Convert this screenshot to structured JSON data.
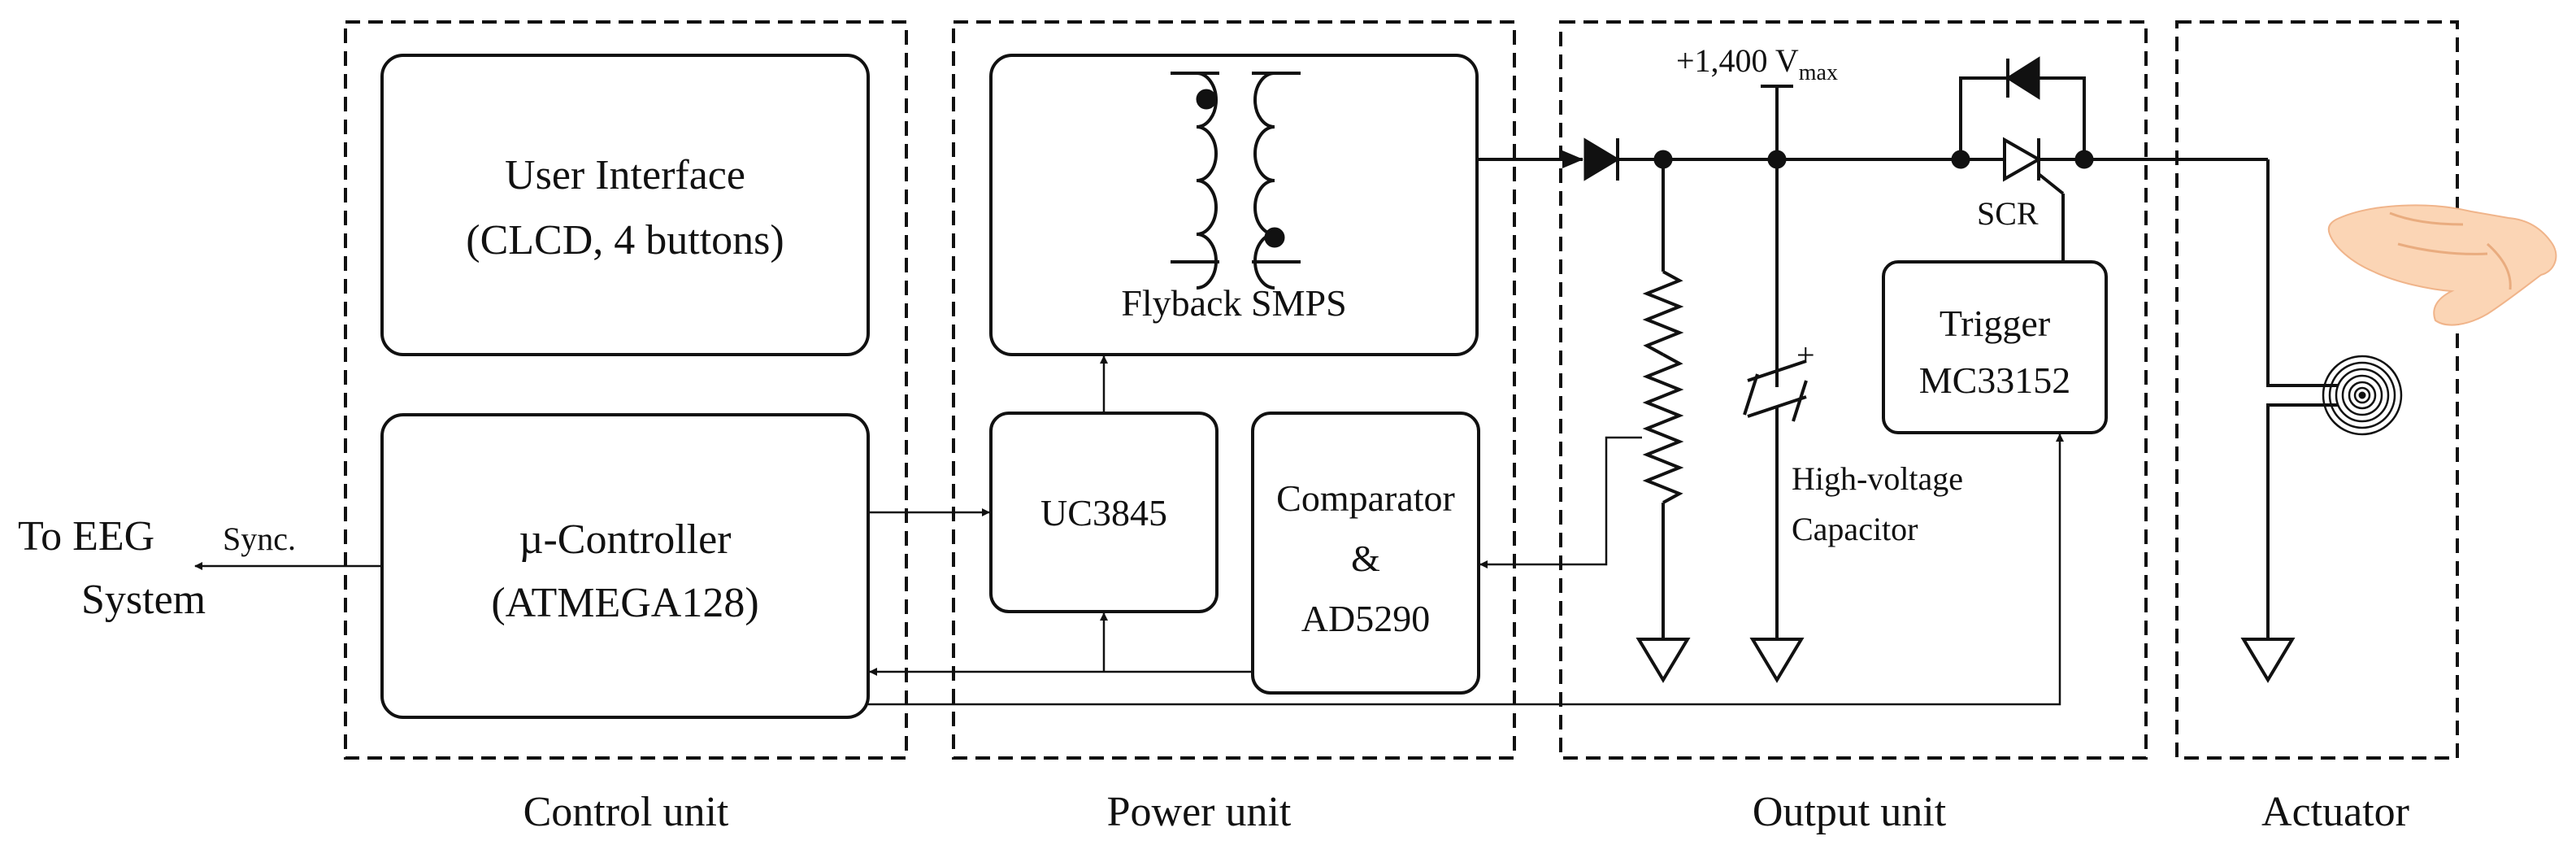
{
  "groups": {
    "control": "Control unit",
    "power": "Power unit",
    "output": "Output unit",
    "actuator": "Actuator"
  },
  "blocks": {
    "ui": [
      "User Interface",
      "(CLCD, 4 buttons)"
    ],
    "mcu": [
      "µ-Controller",
      "(ATMEGA128)"
    ],
    "flyback": "Flyback SMPS",
    "uc3845": "UC3845",
    "comparator": [
      "Comparator",
      "&",
      "AD5290"
    ],
    "trigger": [
      "Trigger",
      "MC33152"
    ]
  },
  "labels": {
    "eeg": [
      "To EEG",
      "System"
    ],
    "sync": "Sync.",
    "voltage": "+1,400 V",
    "voltage_sub": "max",
    "scr": "SCR",
    "capacitor": [
      "High-voltage",
      "Capacitor"
    ],
    "cap_plus": "+"
  }
}
